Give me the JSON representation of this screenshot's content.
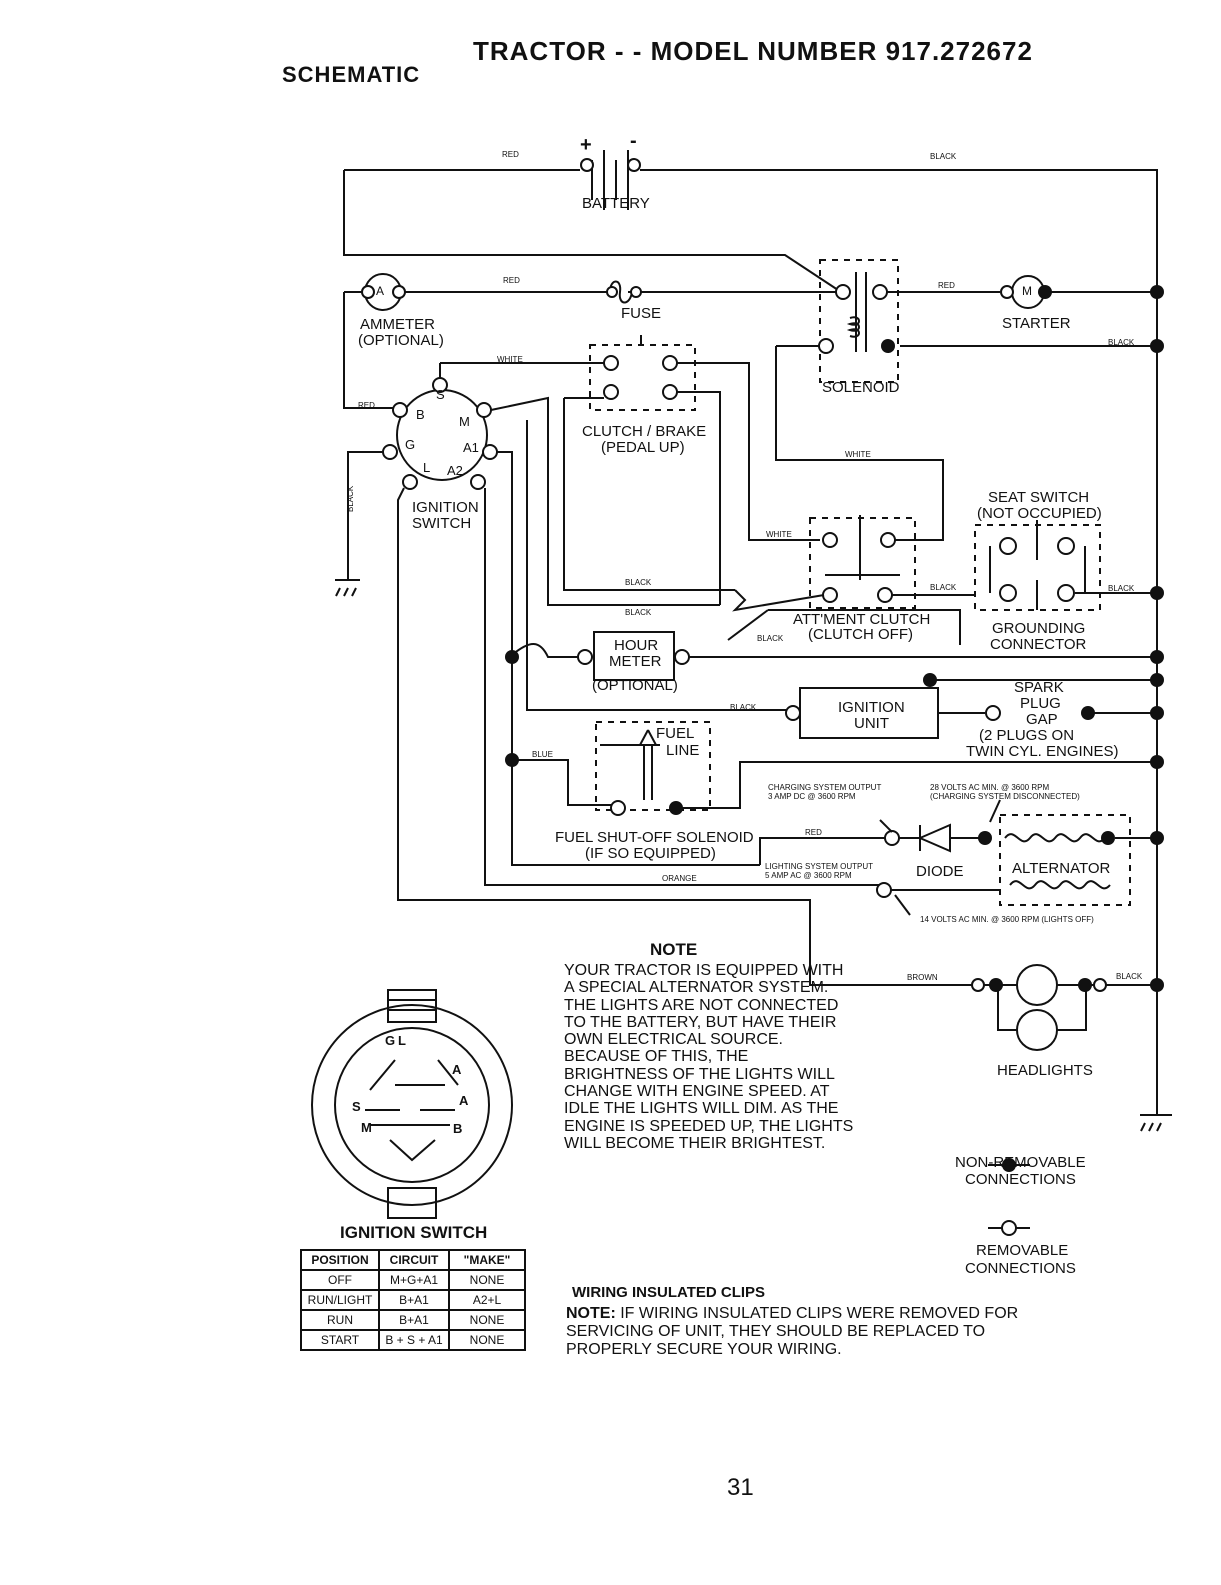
{
  "header": {
    "title": "TRACTOR - - MODEL NUMBER 917.272672",
    "section": "SCHEMATIC"
  },
  "labels": {
    "battery": "BATTERY",
    "battery_plus": "+",
    "battery_minus": "-",
    "ammeter": "AMMETER",
    "ammeter_optional": "(OPTIONAL)",
    "ammeter_letter": "A",
    "fuse": "FUSE",
    "starter": "STARTER",
    "starter_letter": "M",
    "solenoid": "SOLENOID",
    "clutch_brake": "CLUTCH / BRAKE",
    "clutch_brake_sub": "(PEDAL UP)",
    "ignition_switch": "IGNITION",
    "ignition_switch_2": "SWITCH",
    "seat_switch": "SEAT SWITCH",
    "seat_switch_sub": "(NOT OCCUPIED)",
    "attment_clutch": "ATT'MENT CLUTCH",
    "attment_clutch_sub": "(CLUTCH OFF)",
    "grounding": "GROUNDING",
    "grounding_2": "CONNECTOR",
    "hour_meter_1": "HOUR",
    "hour_meter_2": "METER",
    "hour_meter_optional": "(OPTIONAL)",
    "ignition_unit_1": "IGNITION",
    "ignition_unit_2": "UNIT",
    "spark_1": "SPARK",
    "spark_2": "PLUG",
    "spark_3": "GAP",
    "plugs_1": "(2 PLUGS ON",
    "plugs_2": "TWIN CYL. ENGINES)",
    "fuel_1": "FUEL",
    "fuel_2": "LINE",
    "fuel_solenoid_1": "FUEL SHUT-OFF SOLENOID",
    "fuel_solenoid_2": "(IF SO EQUIPPED)",
    "charging_1": "CHARGING SYSTEM OUTPUT",
    "charging_2": "3 AMP DC @ 3600 RPM",
    "volts28_1": "28 VOLTS AC MIN. @ 3600 RPM",
    "volts28_2": "(CHARGING SYSTEM DISCONNECTED)",
    "lighting_1": "LIGHTING SYSTEM OUTPUT",
    "lighting_2": "5 AMP AC @ 3600 RPM",
    "diode": "DIODE",
    "alternator": "ALTERNATOR",
    "volts14": "14 VOLTS AC MIN. @ 3600 RPM (LIGHTS OFF)",
    "headlights": "HEADLIGHTS",
    "nonremovable_1": "NON-REMOVABLE",
    "nonremovable_2": "CONNECTIONS",
    "removable_1": "REMOVABLE",
    "removable_2": "CONNECTIONS",
    "ign_switch_title": "IGNITION SWITCH",
    "term_s": "S",
    "term_b": "B",
    "term_m": "M",
    "term_g": "G",
    "term_a1": "A1",
    "term_l": "L",
    "term_a2": "A2",
    "face_g": "G",
    "face_l": "L",
    "face_a1": "A",
    "face_a2": "A",
    "face_s": "S",
    "face_m": "M",
    "face_b": "B"
  },
  "wires": {
    "red1": "RED",
    "black1": "BLACK",
    "red2": "RED",
    "red3": "RED",
    "red4": "RED",
    "white1": "WHITE",
    "white2": "WHITE",
    "white3": "WHITE",
    "black2": "BLACK",
    "black3": "BLACK",
    "black4": "BLACK",
    "black5": "BLACK",
    "black6": "BLACK",
    "black7": "BLACK",
    "black8": "BLACK",
    "black9": "BLACK",
    "blue": "BLUE",
    "red5": "RED",
    "orange": "ORANGE",
    "brown": "BROWN",
    "black10": "BLACK"
  },
  "note": {
    "heading": "NOTE",
    "body": "YOUR TRACTOR IS EQUIPPED WITH A SPECIAL ALTERNATOR SYSTEM. THE LIGHTS ARE NOT CONNECTED TO THE BATTERY, BUT HAVE THEIR OWN ELECTRICAL SOURCE. BECAUSE OF THIS, THE BRIGHTNESS OF THE LIGHTS WILL CHANGE WITH ENGINE SPEED. AT IDLE THE LIGHTS WILL DIM. AS THE ENGINE IS SPEEDED UP, THE LIGHTS WILL BECOME THEIR BRIGHTEST."
  },
  "clips": {
    "heading": "WIRING INSULATED CLIPS",
    "note_label": "NOTE:",
    "line1": " IF WIRING INSULATED CLIPS WERE REMOVED FOR",
    "line2": "SERVICING OF UNIT, THEY SHOULD BE REPLACED TO",
    "line3": "PROPERLY SECURE YOUR WIRING."
  },
  "ignition_table": {
    "headers": [
      "POSITION",
      "CIRCUIT",
      "\"MAKE\""
    ],
    "rows": [
      [
        "OFF",
        "M+G+A1",
        "NONE"
      ],
      [
        "RUN/LIGHT",
        "B+A1",
        "A2+L"
      ],
      [
        "RUN",
        "B+A1",
        "NONE"
      ],
      [
        "START",
        "B + S + A1",
        "NONE"
      ]
    ]
  },
  "page_number": "31"
}
